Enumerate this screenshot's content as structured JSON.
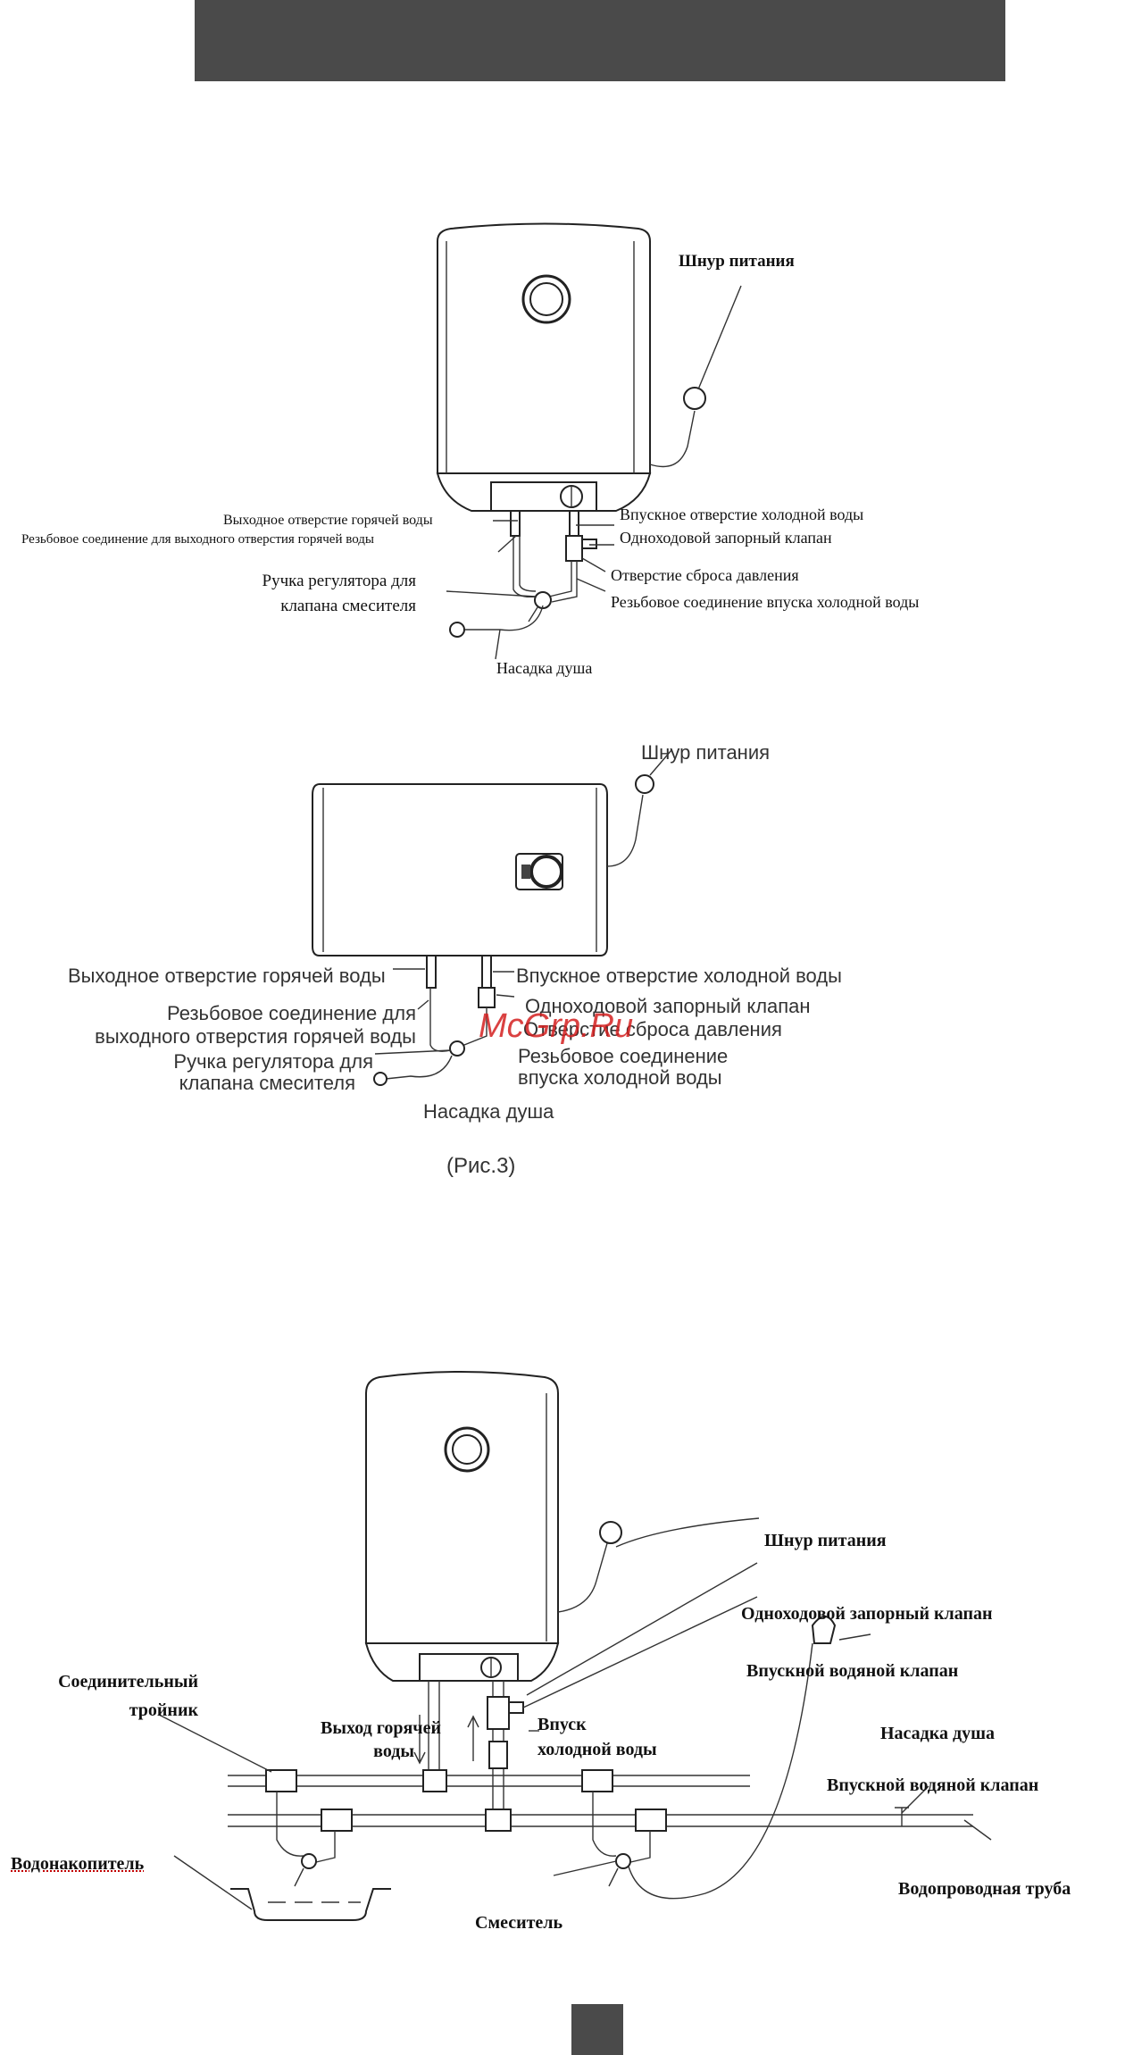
{
  "figure1": {
    "power_cord": "Шнур питания",
    "hot_outlet": "Выходное отверстие горячей воды",
    "hot_thread": "Резьбовое соединение для выходного отверстия горячей воды",
    "mixer_handle_line1": "Ручка регулятора для",
    "mixer_handle_line2": "клапана смесителя",
    "cold_inlet": "Впускное отверстие холодной воды",
    "check_valve": "Одноходовой запорный клапан",
    "relief_hole": "Отверстие сброса давления",
    "cold_thread": "Резьбовое соединение впуска холодной воды",
    "shower_head": "Насадка душа"
  },
  "figure2": {
    "power_cord": "Шнур питания",
    "hot_outlet": "Выходное отверстие горячей воды",
    "hot_thread_line1": "Резьбовое соединение для",
    "hot_thread_line2": "выходного отверстия горячей воды",
    "mixer_handle_line1": "Ручка регулятора для",
    "mixer_handle_line2": "клапана смесителя",
    "cold_inlet": "Впускное отверстие холодной воды",
    "check_valve": "Одноходовой запорный клапан",
    "relief_hole": "Отверстие сброса давления",
    "cold_thread_line1": "Резьбовое соединение",
    "cold_thread_line2": "впуска холодной воды",
    "shower_head": "Насадка душа",
    "caption": "(Рис.3)"
  },
  "watermark": "McGrp.Ru",
  "figure3": {
    "power_cord": "Шнур питания",
    "check_valve": "Одноходовой запорный клапан",
    "inlet_valve_top": "Впускной водяной клапан",
    "tee_line1": "Соединительный",
    "tee_line2": "тройник",
    "hot_out_line1": "Выход горячей",
    "hot_out_line2": "воды",
    "cold_in_line1": "Впуск",
    "cold_in_line2": "холодной воды",
    "shower_head": "Насадка душа",
    "inlet_valve_right": "Впускной водяной клапан",
    "reservoir": "Водонакопитель",
    "mixer": "Смеситель",
    "water_pipe": "Водопроводная труба"
  }
}
